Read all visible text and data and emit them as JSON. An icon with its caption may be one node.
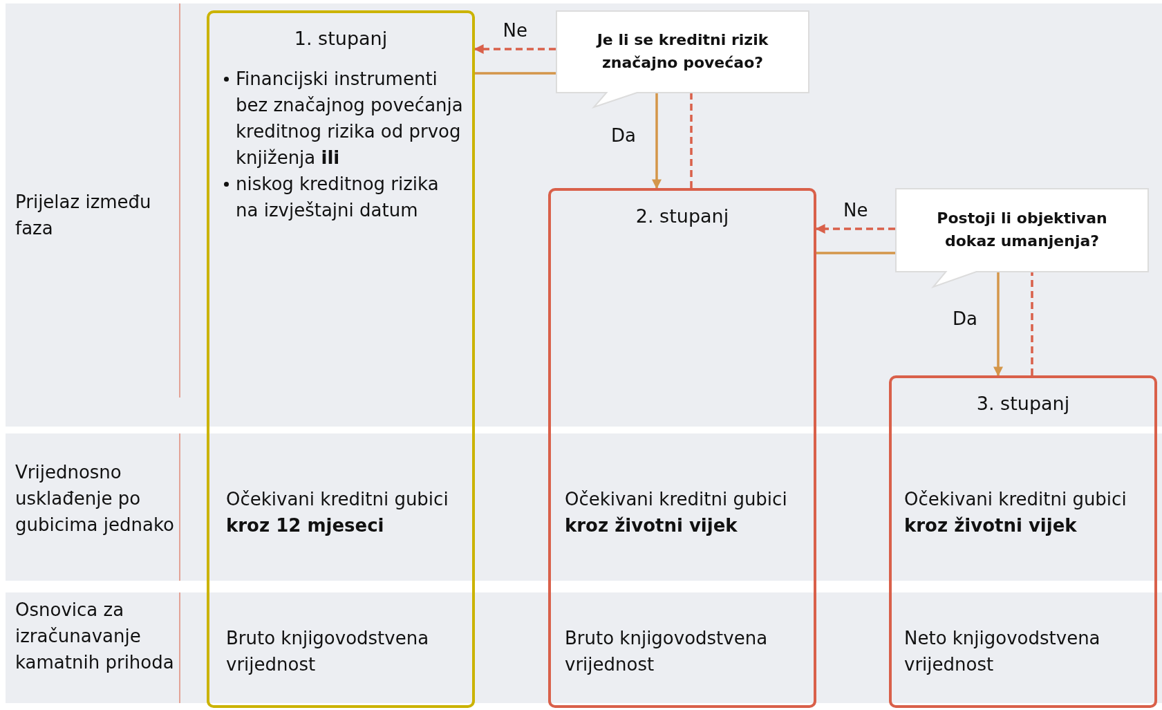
{
  "diagram": {
    "nodes": [
      {
        "text": [
          "1. stupanj",
          "Financijski instrumenti bez značajnog povećanja kreditnog rizika od prvog knjiženja **ili**",
          "niskog kreditnog rizika na izvještajni datum",
          "Očekivani kreditni gubici **kroz 12 mjeseci**",
          "Bruto knjigovodstvena vrijednost"
        ]
      },
      {
        "text": [
          "Je li se kreditni rizik značajno povećao?"
        ]
      },
      {
        "text": [
          "2. stupanj",
          "Očekivani kreditni gubici **kroz životni vijek**",
          "Bruto knjigovodstvena vrijednost"
        ]
      },
      {
        "text": [
          "Postoji li objektivan dokaz umanjenja?"
        ]
      },
      {
        "text": [
          "3. stupanj",
          "Očekivani kreditni gubici **kroz životni vijek**",
          "Neto knjigovodstvena vrijednost"
        ]
      }
    ],
    "edges": [
      {
        "from": 1,
        "to": 0,
        "arrow": "to",
        "label": "Ne",
        "style": "dashed",
        "color": "#d9604a"
      },
      {
        "from": 0,
        "to": 1,
        "arrow": "none",
        "color": "#d4964a"
      },
      {
        "from": 1,
        "to": 2,
        "arrow": "to",
        "label": "Da",
        "color": "#d4964a"
      },
      {
        "from": 2,
        "to": 1,
        "arrow": "none",
        "style": "dashed",
        "color": "#d9604a"
      },
      {
        "from": 3,
        "to": 2,
        "arrow": "to",
        "label": "Ne",
        "style": "dashed",
        "color": "#d9604a"
      },
      {
        "from": 2,
        "to": 3,
        "arrow": "none",
        "color": "#d4964a"
      },
      {
        "from": 3,
        "to": 4,
        "arrow": "to",
        "label": "Da",
        "color": "#d4964a"
      },
      {
        "from": 4,
        "to": 3,
        "arrow": "none",
        "style": "dashed",
        "color": "#d9604a"
      }
    ],
    "labels": [
      "Prijelaz između faza",
      "Vrijednosno usklađenje po gubicima jednako",
      "Osnovica za izračunavanje kamatnih prihoda"
    ]
  }
}
